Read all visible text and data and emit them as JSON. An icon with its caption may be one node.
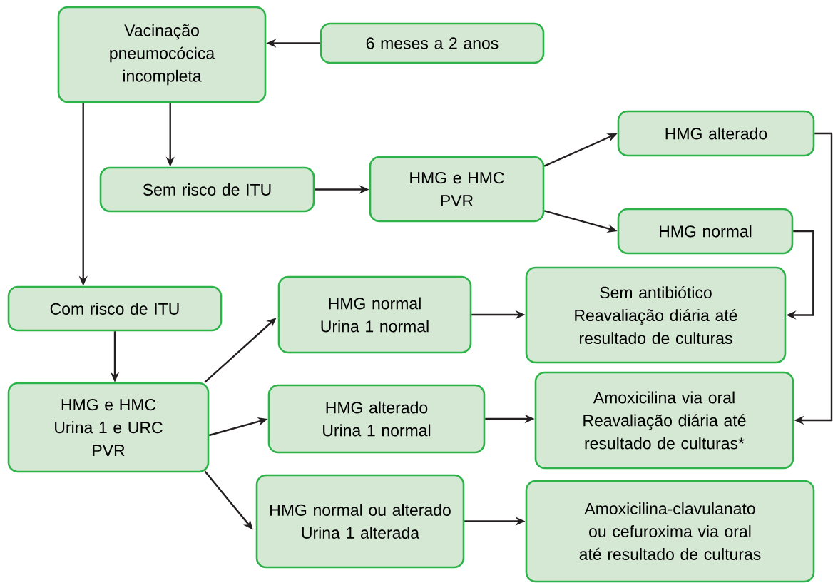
{
  "diagram": {
    "nodes": [
      {
        "text": [
          "Vacinação pneumocócica incompleta"
        ]
      },
      {
        "text": [
          "6 meses a 2 anos"
        ]
      },
      {
        "text": [
          "Sem risco de ITU"
        ]
      },
      {
        "text": [
          "HMG e HMC",
          "PVR"
        ]
      },
      {
        "text": [
          "HMG alterado"
        ]
      },
      {
        "text": [
          "HMG normal"
        ]
      },
      {
        "text": [
          "Com risco de ITU"
        ]
      },
      {
        "text": [
          "Sem antibiótico",
          "Reavaliação diária até resultado de culturas"
        ]
      },
      {
        "text": [
          "HMG normal",
          "Urina 1 normal"
        ]
      },
      {
        "text": [
          "HMG e HMC",
          "Urina 1 e URC",
          "PVR"
        ]
      },
      {
        "text": [
          "HMG alterado",
          "Urina 1 normal"
        ]
      },
      {
        "text": [
          "Amoxicilina via oral",
          "Reavaliação diária até resultado de culturas*"
        ]
      },
      {
        "text": [
          "HMG normal ou alterado",
          "Urina 1 alterada"
        ]
      },
      {
        "text": [
          "Amoxicilina-clavulanato ou cefuroxima via oral até resultado de culturas"
        ]
      }
    ],
    "edges": [
      {
        "from": 1,
        "to": 0,
        "arrow": "to"
      },
      {
        "from": 0,
        "to": 2,
        "arrow": "to"
      },
      {
        "from": 0,
        "to": 6,
        "arrow": "to"
      },
      {
        "from": 2,
        "to": 3,
        "arrow": "to"
      },
      {
        "from": 3,
        "to": 4,
        "arrow": "to"
      },
      {
        "from": 3,
        "to": 5,
        "arrow": "to"
      },
      {
        "from": 5,
        "to": 7,
        "arrow": "to"
      },
      {
        "from": 4,
        "to": 11,
        "arrow": "to"
      },
      {
        "from": 6,
        "to": 9,
        "arrow": "to"
      },
      {
        "from": 9,
        "to": 8,
        "arrow": "to"
      },
      {
        "from": 9,
        "to": 10,
        "arrow": "to"
      },
      {
        "from": 9,
        "to": 12,
        "arrow": "to"
      },
      {
        "from": 8,
        "to": 7,
        "arrow": "to"
      },
      {
        "from": 10,
        "to": 11,
        "arrow": "to"
      },
      {
        "from": 12,
        "to": 13,
        "arrow": "to"
      }
    ]
  }
}
